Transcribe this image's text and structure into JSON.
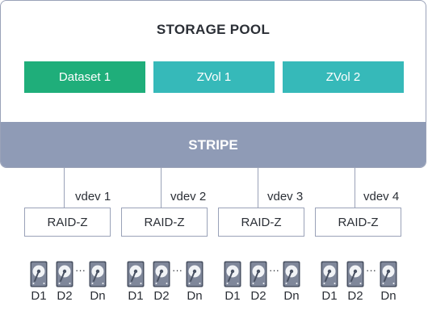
{
  "pool": {
    "title": "STORAGE POOL",
    "datasets": [
      {
        "label": "Dataset 1",
        "color": "#1fae7a"
      },
      {
        "label": "ZVol 1",
        "color": "#36b9b9"
      },
      {
        "label": "ZVol 2",
        "color": "#36b9b9"
      }
    ]
  },
  "stripe": {
    "label": "STRIPE",
    "color": "#8f9bb6"
  },
  "vdevs": [
    {
      "label": "vdev 1",
      "raid": "RAID-Z",
      "disks": [
        "D1",
        "D2",
        "Dn"
      ]
    },
    {
      "label": "vdev 2",
      "raid": "RAID-Z",
      "disks": [
        "D1",
        "D2",
        "Dn"
      ]
    },
    {
      "label": "vdev 3",
      "raid": "RAID-Z",
      "disks": [
        "D1",
        "D2",
        "Dn"
      ]
    },
    {
      "label": "vdev 4",
      "raid": "RAID-Z",
      "disks": [
        "D1",
        "D2",
        "Dn"
      ]
    }
  ],
  "ellipsis": "···"
}
